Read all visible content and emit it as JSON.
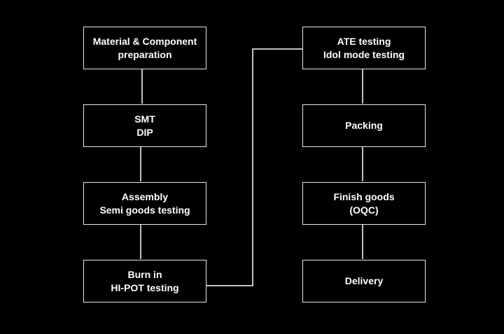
{
  "colors": {
    "background": "#000000",
    "line": "#ffffff",
    "text": "#ffffff"
  },
  "flow": {
    "left": [
      {
        "id": "material",
        "lines": [
          "Material & Component",
          "preparation"
        ]
      },
      {
        "id": "smt",
        "lines": [
          "SMT",
          "DIP"
        ]
      },
      {
        "id": "assembly",
        "lines": [
          "Assembly",
          "Semi goods testing"
        ]
      },
      {
        "id": "burnin",
        "lines": [
          "Burn in",
          "HI-POT testing"
        ]
      }
    ],
    "right": [
      {
        "id": "ate",
        "lines": [
          "ATE testing",
          "Idol mode testing"
        ]
      },
      {
        "id": "packing",
        "lines": [
          "Packing"
        ]
      },
      {
        "id": "finish",
        "lines": [
          "Finish goods",
          "(OQC)"
        ]
      },
      {
        "id": "delivery",
        "lines": [
          "Delivery"
        ]
      }
    ]
  }
}
